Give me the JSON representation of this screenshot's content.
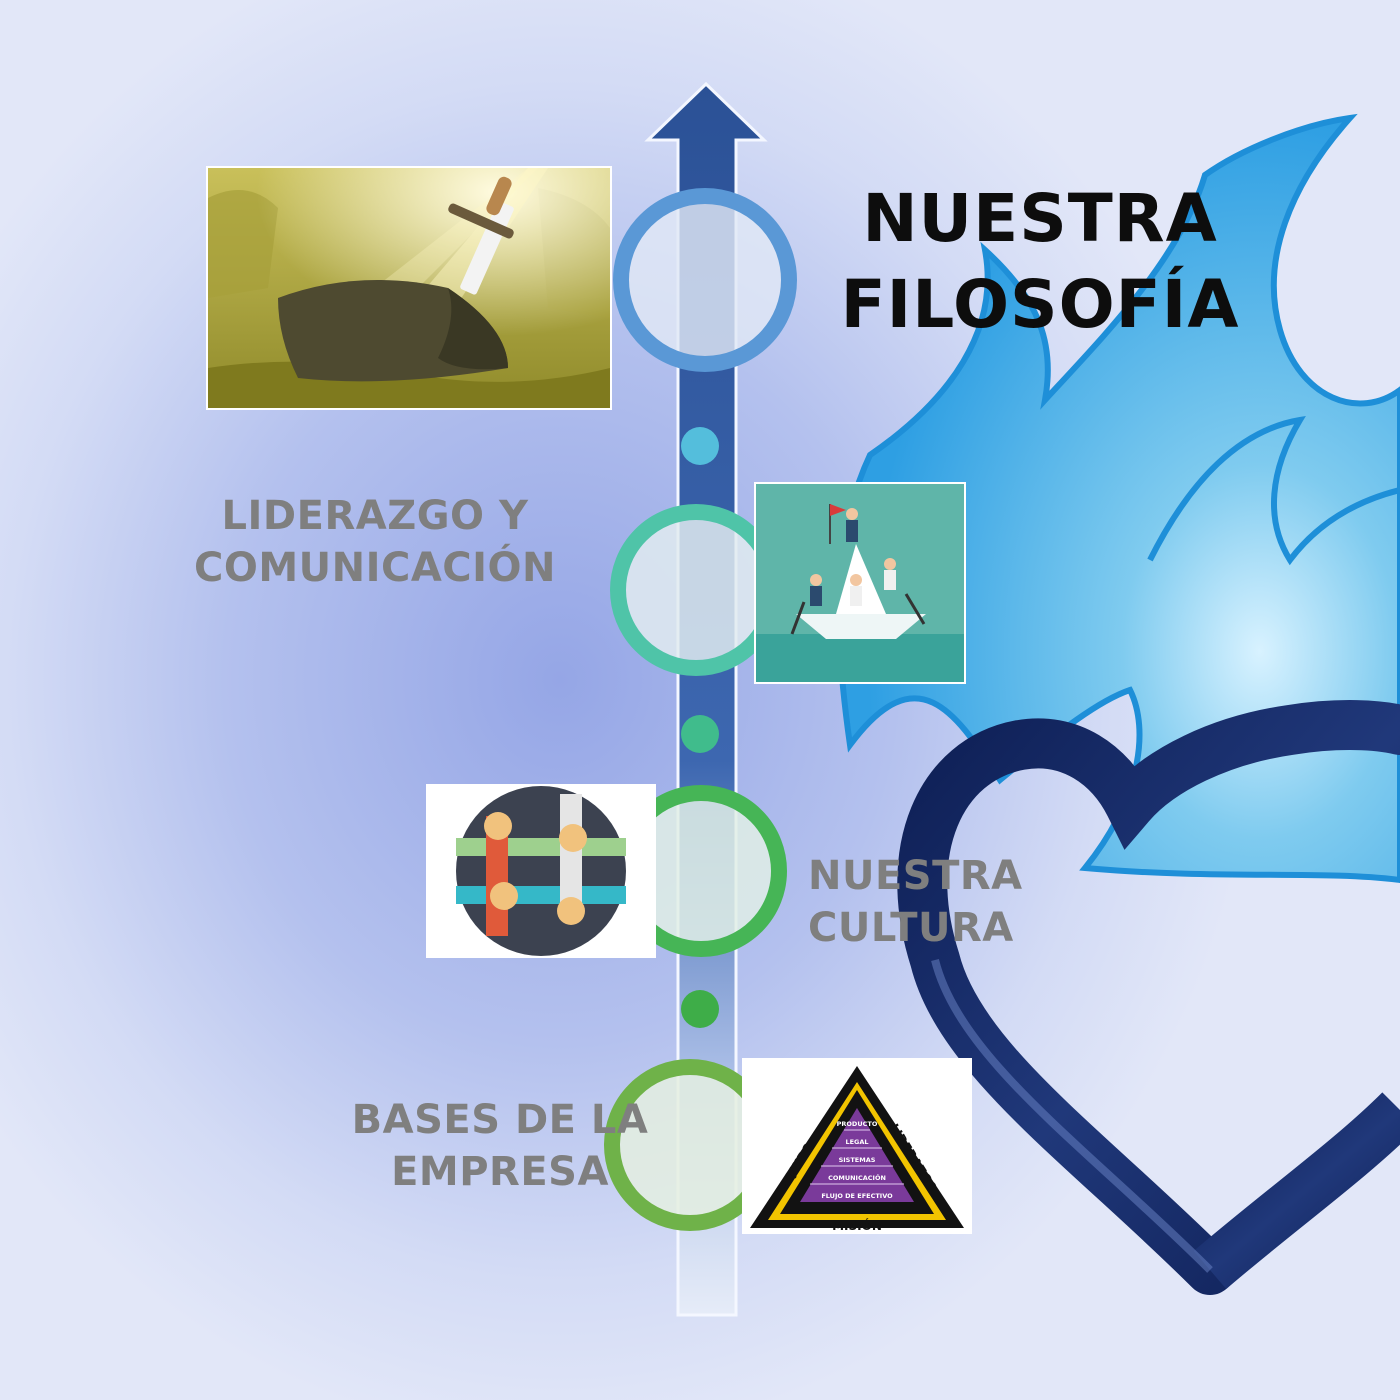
{
  "title": {
    "line1": "NUESTRA",
    "line2": "FILOSOFÍA"
  },
  "milestones": [
    {
      "label_line1": "LIDERAZGO Y",
      "label_line2": "COMUNICACIÓN",
      "ring_color": "#4fc4a8"
    },
    {
      "label_line1": "NUESTRA",
      "label_line2": "CULTURA",
      "ring_color": "#46b556"
    },
    {
      "label_line1": "BASES DE LA",
      "label_line2": "EMPRESA",
      "ring_color": "#6fb249"
    }
  ],
  "top_ring_color": "#5a98d6",
  "pyramid": {
    "side_left": "EQUIPO",
    "side_right": "LIDERAZGO",
    "base": "MISIÓN",
    "levels": [
      "PRODUCTO",
      "LEGAL",
      "SISTEMAS",
      "COMUNICACIÓN",
      "FLUJO DE EFECTIVO"
    ]
  },
  "colors": {
    "arrow": "#2e5598",
    "flame": "#39a6e6",
    "heart": "#1a2f6e",
    "label_text": "#7f7f7f",
    "title_text": "#0d0d0d"
  }
}
